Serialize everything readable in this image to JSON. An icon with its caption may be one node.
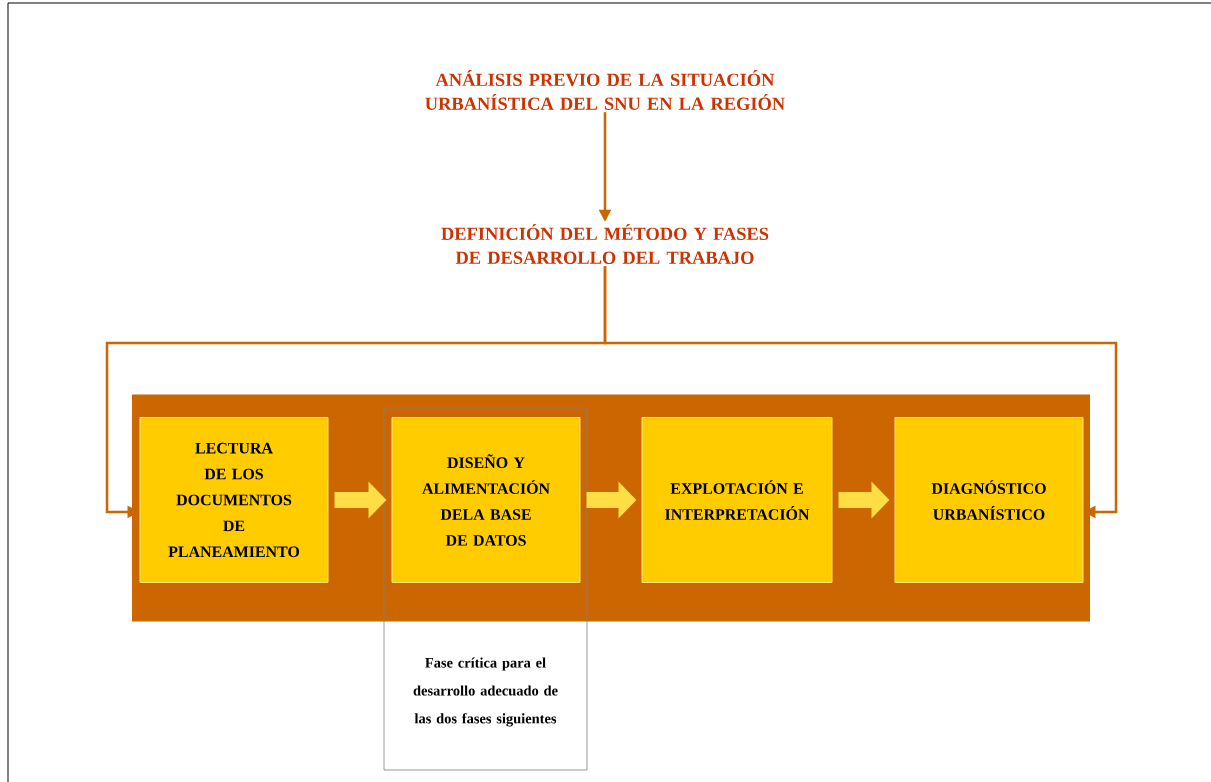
{
  "diagram": {
    "nodes": [
      {
        "text": [
          "ANÁLISIS PREVIO DE LA SITUACIÓN URBANÍSTICA DEL SNU EN LA REGIÓN"
        ]
      },
      {
        "text": [
          "DEFINICIÓN DEL MÉTODO Y FASES DE DESARROLLO DEL TRABAJO"
        ]
      },
      {
        "text": [],
        "shape": "box"
      },
      {
        "text": [
          "LECTURA DE LOS DOCUMENTOS DE PLANEAMIENTO"
        ],
        "in": 2
      },
      {
        "text": [
          "DISEÑO Y ALIMENTACIÓN DELA BASE DE DATOS"
        ]
      },
      {
        "text": [
          "EXPLOTACIÓN E INTERPRETACIÓN"
        ],
        "in": 2
      },
      {
        "text": [
          "DIAGNÓSTICO URBANÍSTICO"
        ],
        "in": 2
      },
      {
        "text": [
          "Fase crítica para el desarrollo adecuado de las dos fases siguientes"
        ]
      }
    ],
    "edges": [
      {
        "from": 0,
        "to": 1,
        "arrow": "to"
      },
      {
        "from": 1,
        "to": 3,
        "arrow": "to"
      },
      {
        "from": 1,
        "to": 6,
        "arrow": "to"
      },
      {
        "from": 3,
        "to": 4,
        "arrow": "to",
        "style": "thick",
        "color": "#ffdd44"
      },
      {
        "from": 4,
        "to": 5,
        "arrow": "to",
        "style": "thick",
        "color": "#ffdd44"
      },
      {
        "from": 5,
        "to": 6,
        "arrow": "to",
        "style": "thick",
        "color": "#ffdd44"
      }
    ]
  }
}
